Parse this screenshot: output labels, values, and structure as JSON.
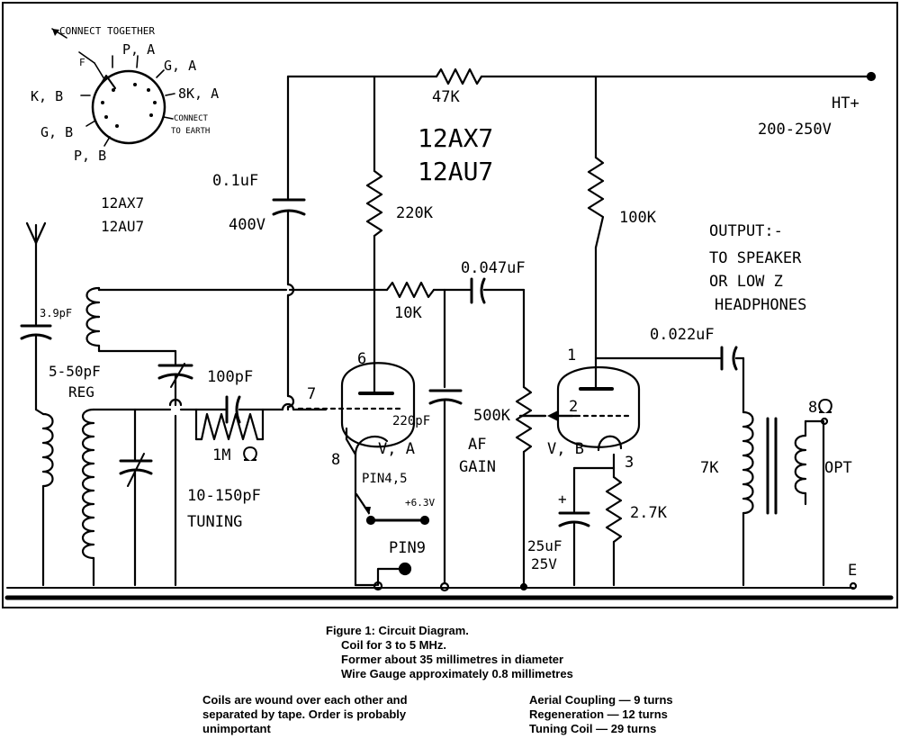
{
  "schematic": {
    "pinout": {
      "connect_together": "CONNECT TOGETHER",
      "f": "F",
      "pa": "P, A",
      "ga": "G, A",
      "ka": "8K, A",
      "connect_to": "CONNECT",
      "to_earth": "TO EARTH",
      "kb": "K, B",
      "gb": "G, B",
      "pb": "P, B"
    },
    "valve_type_1": "12AX7",
    "valve_type_2": "12AU7",
    "center_valve_1": "12AX7",
    "center_valve_2": "12AU7",
    "r_hi": "47K",
    "ht_plus": "HT+",
    "ht_voltage": "200-250V",
    "cap_01": "0.1uF",
    "cap_01_v": "400V",
    "r_220k": "220K",
    "r_100k": "100K",
    "cap_0047": "0.047uF",
    "r_10k": "10K",
    "cap_39": "3.9pF",
    "cap_reg": "5-50pF",
    "reg": "REG",
    "cap_100": "100pF",
    "r_1m": "1M",
    "cap_tuning": "10-150pF",
    "tuning": "TUNING",
    "cap_220": "220pF",
    "pot_500k": "500K",
    "af_gain_1": "AF",
    "af_gain_2": "GAIN",
    "pin_1": "1",
    "pin_2": "2",
    "pin_3": "3",
    "pin_6": "6",
    "pin_7": "7",
    "pin_8": "8",
    "va": "V, A",
    "vb": "V, B",
    "pin45": "PIN4,5",
    "v63": "+6.3V",
    "pin9": "PIN9",
    "cap_25": "25uF",
    "cap_25_v": "25V",
    "plus": "+",
    "r_27k": "2.7K",
    "cap_0022": "0.022uF",
    "output_1": "OUTPUT:-",
    "output_2": "TO SPEAKER",
    "output_3": "OR LOW Z",
    "output_4": "HEADPHONES",
    "x7k": "7K",
    "ohm8": "8",
    "opt": "OPT",
    "earth": "E"
  },
  "caption": {
    "line1": "Figure 1: Circuit Diagram.",
    "line2": "Coil for 3 to 5 MHz.",
    "line3": "Former about 35 millimetres in diameter",
    "line4": "Wire Gauge approximately 0.8 millimetres",
    "note1": "Coils are wound over each other and",
    "note2": "separated by tape. Order is probably",
    "note3": "unimportant",
    "turns1": "Aerial Coupling — 9 turns",
    "turns2": "Regeneration — 12 turns",
    "turns3": "Tuning Coil — 29 turns"
  }
}
